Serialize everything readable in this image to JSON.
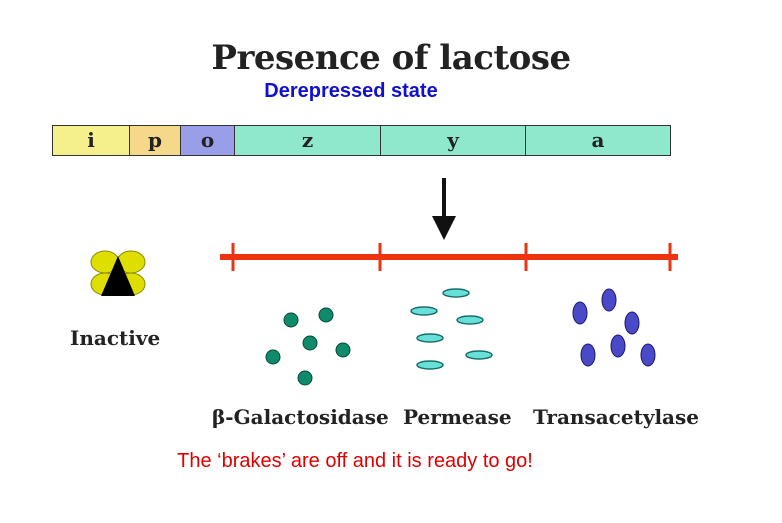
{
  "title": "Presence of lactose",
  "subtitle": "Derepressed state",
  "genes": [
    {
      "label": "i",
      "color": "#f6f08c"
    },
    {
      "label": "p",
      "color": "#f6d88a"
    },
    {
      "label": "o",
      "color": "#9a9ee8"
    },
    {
      "label": "z",
      "color": "#8fe8cc"
    },
    {
      "label": "y",
      "color": "#8fe8cc"
    },
    {
      "label": "a",
      "color": "#8fe8cc"
    }
  ],
  "repressor_label": "Inactive",
  "products": [
    {
      "label": "β-Galactosidase",
      "shape": "round-dots",
      "color": "#0f8a6a"
    },
    {
      "label": "Permease",
      "shape": "flat-ovals",
      "color": "#66e0d8"
    },
    {
      "label": "Transacetylase",
      "shape": "vertical-ovals",
      "color": "#4a4ac8"
    }
  ],
  "caption": "The ‘brakes’ are off and it is ready to go!",
  "colors": {
    "mrna_line": "#ee3311",
    "arrow": "#111111",
    "repressor": "#dede00"
  }
}
